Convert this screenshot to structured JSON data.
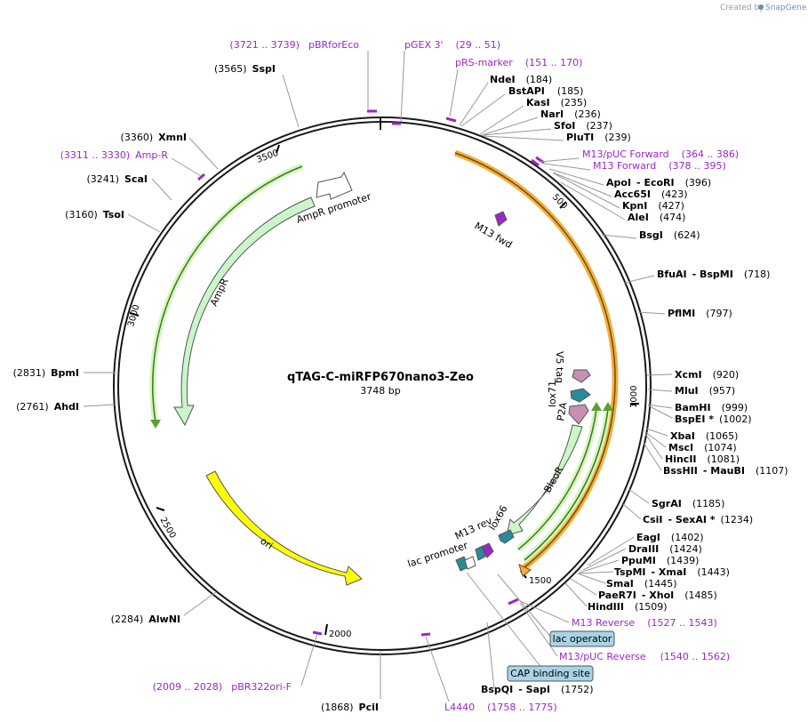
{
  "brand": {
    "prefix": "Created by",
    "name": "SnapGene"
  },
  "map": {
    "name": "qTAG-C-miRFP670nano3-Zeo",
    "length": "3748 bp"
  },
  "ticks": [
    "500",
    "1000",
    "1500",
    "2000",
    "2500",
    "3000",
    "3500"
  ],
  "features": {
    "ampr": "AmpR",
    "ampr_promoter": "AmpR promoter",
    "ori": "ori",
    "bleor": "BleoR",
    "lox66": "lox66",
    "lox71": "lox71",
    "p2a": "P2A",
    "v5": "V5 tag",
    "m13fwd": "M13 fwd",
    "m13rev": "M13 rev",
    "lac_promoter": "lac promoter"
  },
  "boxed": {
    "lac_operator": "lac operator",
    "cap_site": "CAP binding site"
  },
  "sites": [
    {
      "pos": "(3565)",
      "name": "SspI"
    },
    {
      "pos": "(3360)",
      "name": "XmnI"
    },
    {
      "pos": "(3241)",
      "name": "ScaI"
    },
    {
      "pos": "(3160)",
      "name": "TsoI"
    },
    {
      "pos": "(2831)",
      "name": "BpmI"
    },
    {
      "pos": "(2761)",
      "name": "AhdI"
    },
    {
      "pos": "(2284)",
      "name": "AlwNI"
    },
    {
      "pos": "(1868)",
      "name": "PciI"
    },
    {
      "name": "NdeI",
      "pos": "(184)"
    },
    {
      "name": "BstAPI",
      "pos": "(185)"
    },
    {
      "name": "KasI",
      "pos": "(235)"
    },
    {
      "name": "NarI",
      "pos": "(236)"
    },
    {
      "name": "SfoI",
      "pos": "(237)"
    },
    {
      "name": "PluTI",
      "pos": "(239)"
    },
    {
      "name": "ApoI",
      "name2": "- EcoRI",
      "pos": "(396)"
    },
    {
      "name": "Acc65I",
      "pos": "(423)"
    },
    {
      "name": "KpnI",
      "pos": "(427)"
    },
    {
      "name": "AleI",
      "pos": "(474)"
    },
    {
      "name": "BsgI",
      "pos": "(624)"
    },
    {
      "name": "BfuAI",
      "name2": "- BspMI",
      "pos": "(718)"
    },
    {
      "name": "PflMI",
      "pos": "(797)"
    },
    {
      "name": "XcmI",
      "pos": "(920)"
    },
    {
      "name": "MluI",
      "pos": "(957)"
    },
    {
      "name": "BamHI",
      "pos": "(999)"
    },
    {
      "name": "BspEI *",
      "pos": "(1002)"
    },
    {
      "name": "XbaI",
      "pos": "(1065)"
    },
    {
      "name": "MscI",
      "pos": "(1074)"
    },
    {
      "name": "HincII",
      "pos": "(1081)"
    },
    {
      "name": "BssHII",
      "name2": "- MauBI",
      "pos": "(1107)"
    },
    {
      "name": "SgrAI",
      "pos": "(1185)"
    },
    {
      "name": "CsiI",
      "name2": "- SexAI *",
      "pos": "(1234)"
    },
    {
      "name": "EagI",
      "pos": "(1402)"
    },
    {
      "name": "DraIII",
      "pos": "(1424)"
    },
    {
      "name": "PpuMI",
      "pos": "(1439)"
    },
    {
      "name": "TspMI",
      "name2": "- XmaI",
      "pos": "(1443)"
    },
    {
      "name": "SmaI",
      "pos": "(1445)"
    },
    {
      "name": "PaeR7I",
      "name2": "- XhoI",
      "pos": "(1485)"
    },
    {
      "name": "HindIII",
      "pos": "(1509)"
    },
    {
      "name": "BspQI",
      "name2": "- SapI",
      "pos": "(1752)"
    }
  ],
  "primers": [
    {
      "range": "(3721 .. 3739)",
      "name": "pBRforEco"
    },
    {
      "name": "pGEX 3'",
      "range": "(29 .. 51)"
    },
    {
      "name": "pRS-marker",
      "range": "(151 .. 170)"
    },
    {
      "name": "M13/pUC Forward",
      "range": "(364 .. 386)"
    },
    {
      "name": "M13 Forward",
      "range": "(378 .. 395)"
    },
    {
      "range": "(3311 .. 3330)",
      "name": "Amp-R"
    },
    {
      "name": "M13 Reverse",
      "range": "(1527 .. 1543)"
    },
    {
      "name": "M13/pUC Reverse",
      "range": "(1540 .. 1562)"
    },
    {
      "range": "(2009 .. 2028)",
      "name": "pBR322ori-F"
    },
    {
      "name": "L4440",
      "range": "(1758 .. 1775)"
    }
  ],
  "colors": {
    "backbone": "#1a1a1a",
    "primer": "#9b27c7",
    "ampr_fill": "#c9f7c9",
    "ori_fill": "#ffff00",
    "bleor_fill": "#c9f7c9",
    "orange_bar": "#f0b040",
    "green_bar": "#5aa02c",
    "teal": "#2a8a9a",
    "pink": "#c890b0",
    "box_fill": "#a8d4e6"
  }
}
